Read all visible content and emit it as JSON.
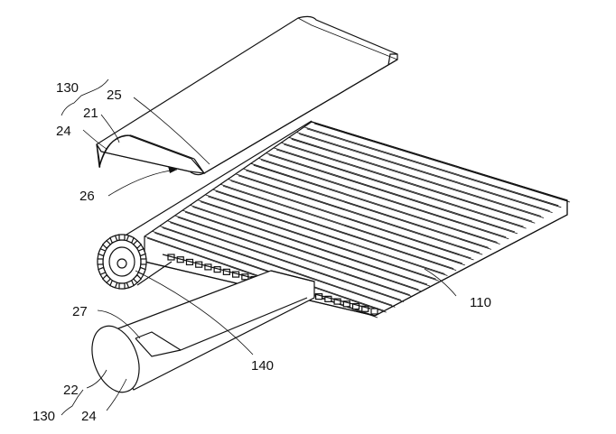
{
  "labels": {
    "l130_top": "130",
    "l25": "25",
    "l21": "21",
    "l24_top": "24",
    "l26": "26",
    "l110": "110",
    "l27": "27",
    "l140": "140",
    "l22": "22",
    "l130_bottom": "130",
    "l24_bottom": "24"
  }
}
